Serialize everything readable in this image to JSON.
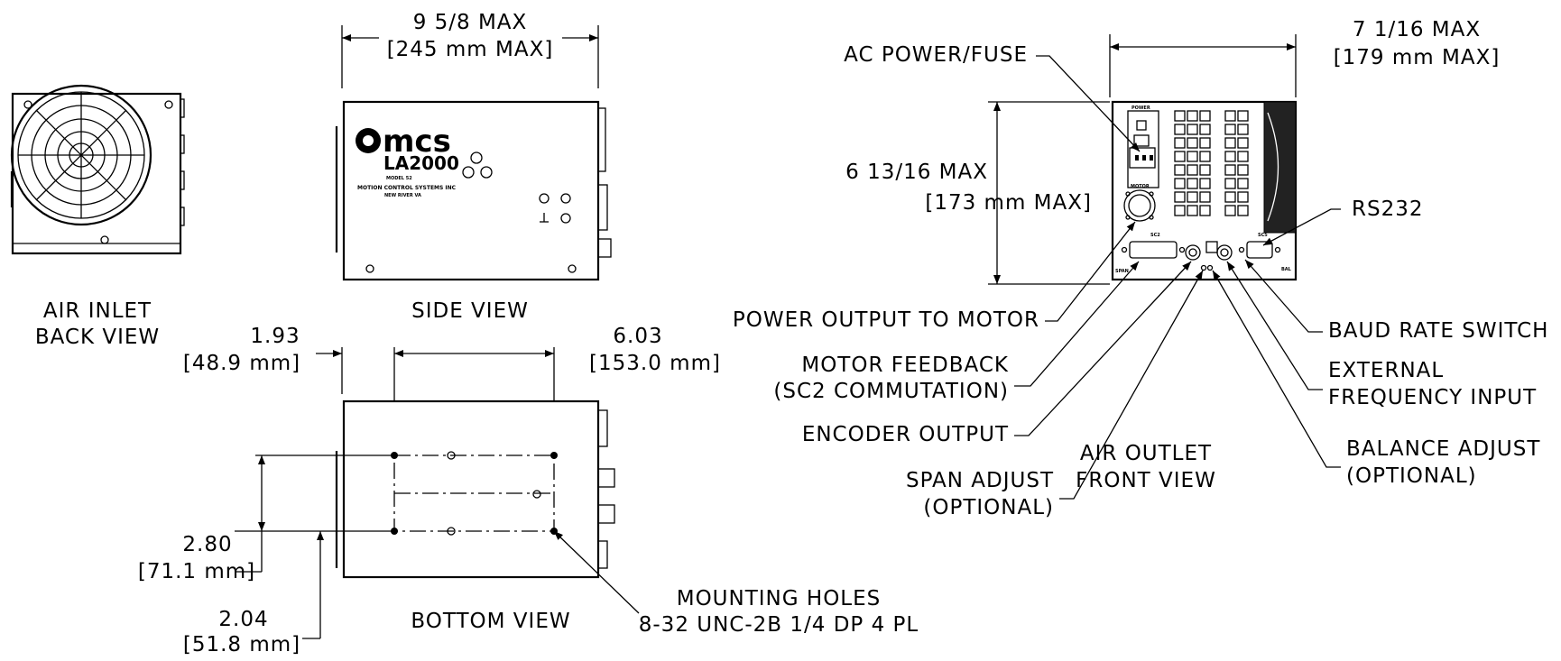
{
  "side_view": {
    "width_dim": [
      "9 5/8 MAX",
      "[245 mm MAX]"
    ],
    "title": "SIDE VIEW",
    "brand_logo": "mcs",
    "model": "LA2000",
    "model_no": "MODEL 52",
    "company": "MOTION CONTROL SYSTEMS INC",
    "location": "NEW RIVER VA"
  },
  "back_view": {
    "title": [
      "AIR INLET",
      "BACK VIEW"
    ]
  },
  "bottom_view": {
    "title": "BOTTOM VIEW",
    "dim_left": [
      "1.93",
      "[48.9 mm]"
    ],
    "dim_width": [
      "6.03",
      "[153.0 mm]"
    ],
    "dim_height": [
      "2.80",
      "[71.1 mm]"
    ],
    "dim_bottom": [
      "2.04",
      "[51.8 mm]"
    ],
    "mounting": [
      "MOUNTING HOLES",
      "8-32 UNC-2B 1/4 DP 4 PL"
    ]
  },
  "front_view": {
    "title": [
      "AIR OUTLET",
      "FRONT VIEW"
    ],
    "width_dim": [
      "7 1/16 MAX",
      "[179 mm MAX]"
    ],
    "height_dim": [
      "6 13/16 MAX",
      "[173 mm MAX]"
    ],
    "panel": {
      "power": "POWER",
      "motor": "MOTOR",
      "sc2": "SC2",
      "sc5": "SC5",
      "span": "SPAN",
      "bal": "BAL"
    },
    "callouts": {
      "ac_power": "AC POWER/FUSE",
      "rs232": "RS232",
      "power_output": "POWER OUTPUT TO MOTOR",
      "baud_rate": "BAUD RATE SWITCH",
      "motor_feedback": [
        "MOTOR FEEDBACK",
        "(SC2 COMMUTATION)"
      ],
      "external_freq": [
        "EXTERNAL",
        "FREQUENCY INPUT"
      ],
      "encoder_output": "ENCODER OUTPUT",
      "balance_adjust": [
        "BALANCE ADJUST",
        "(OPTIONAL)"
      ],
      "span_adjust": [
        "SPAN ADJUST",
        "(OPTIONAL)"
      ]
    }
  }
}
